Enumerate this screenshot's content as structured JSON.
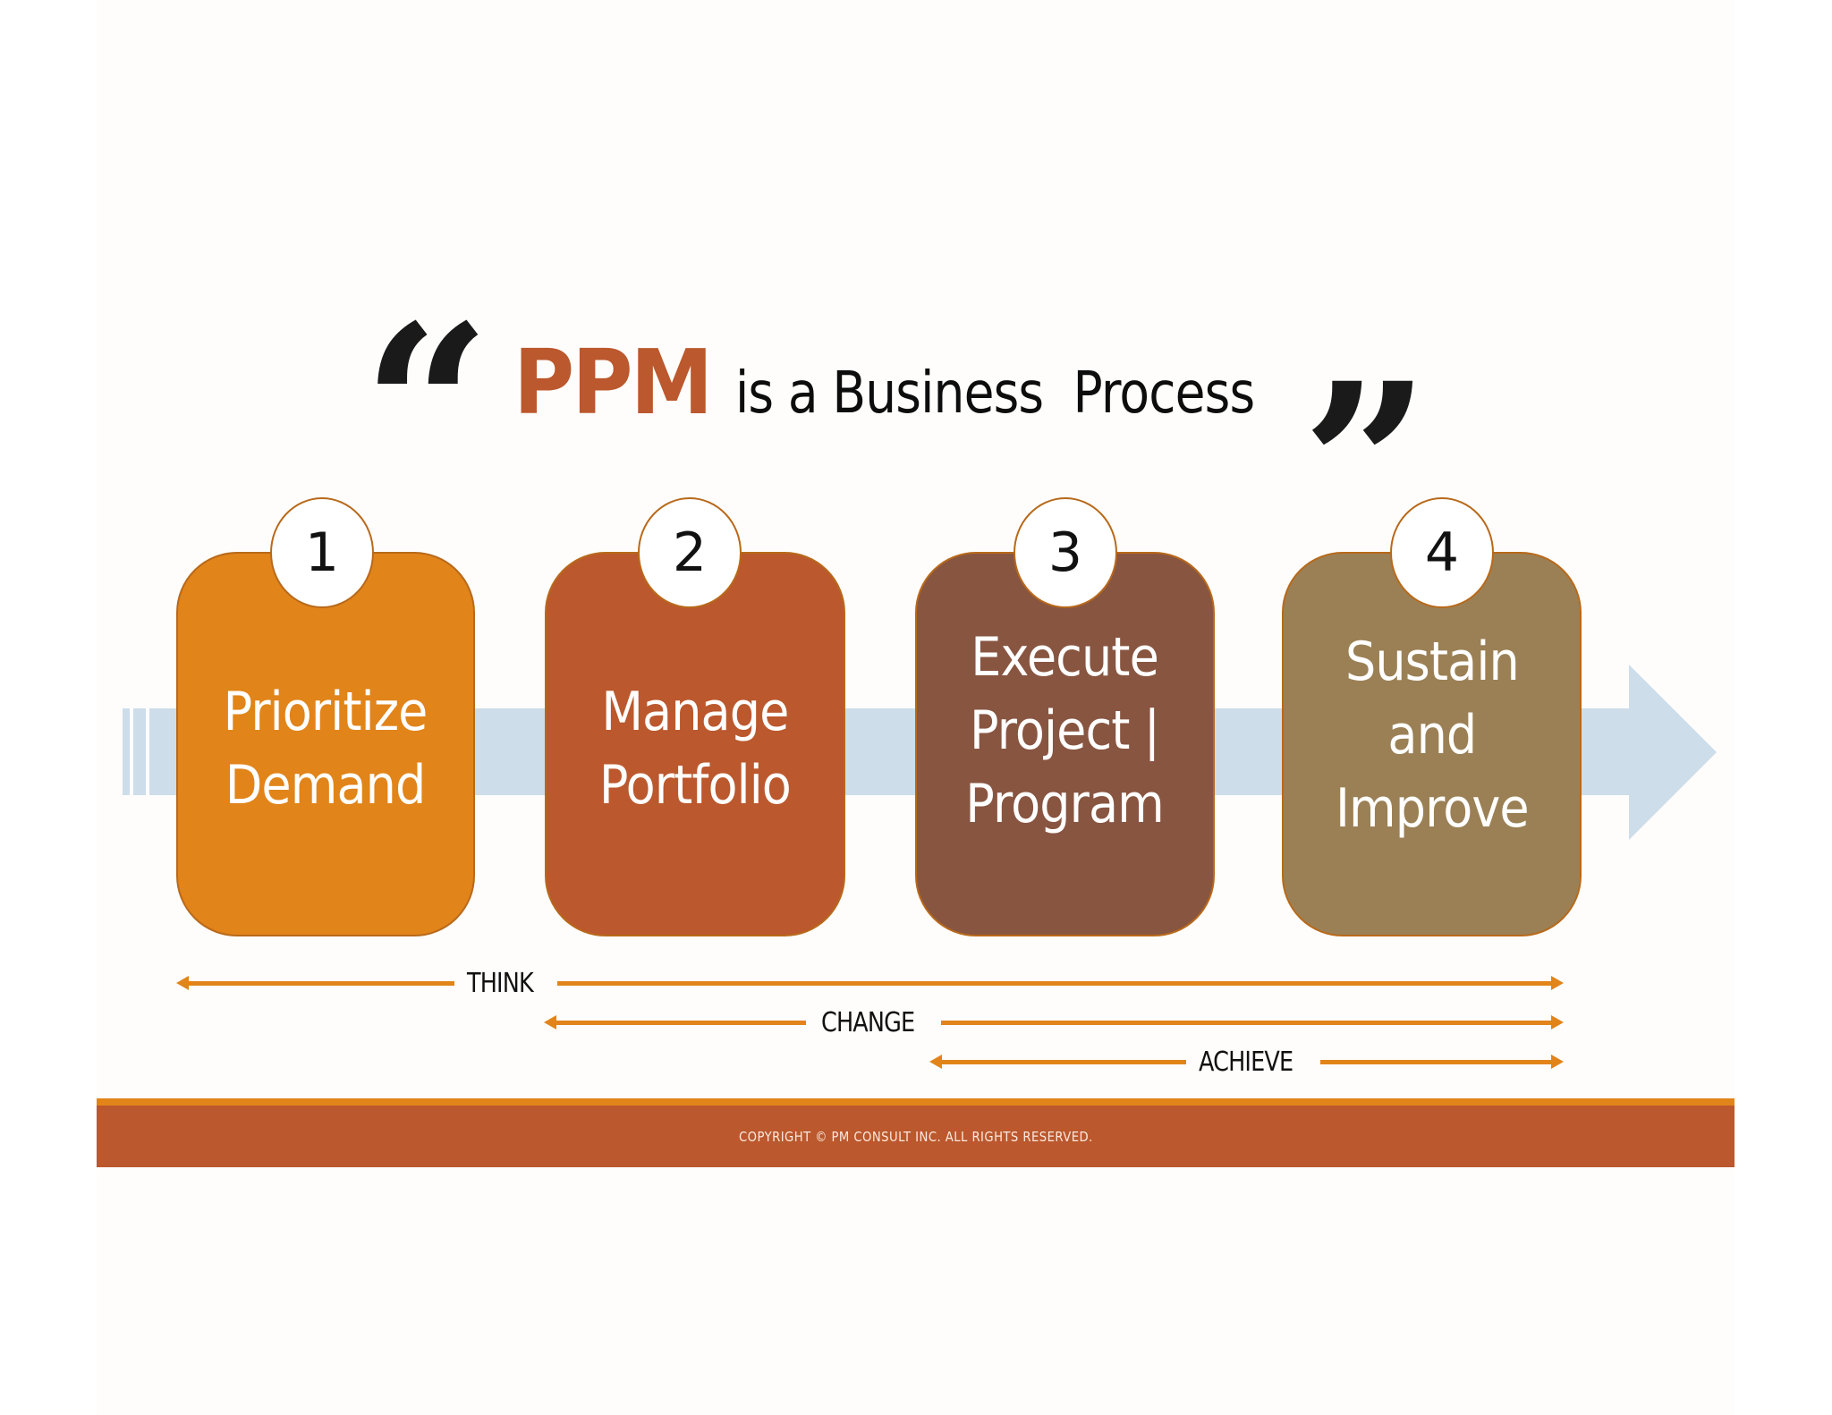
{
  "title": {
    "open_quote": "“",
    "highlight": "PPM",
    "rest": "is a Business  Process",
    "close_quote": "”",
    "highlight_color": "#bb582d"
  },
  "steps": [
    {
      "number": "1",
      "lines": [
        "Prioritize",
        "Demand"
      ],
      "color": "#e1841a"
    },
    {
      "number": "2",
      "lines": [
        "Manage",
        "Portfolio"
      ],
      "color": "#bb582d"
    },
    {
      "number": "3",
      "lines": [
        "Execute",
        "Project |",
        "Program"
      ],
      "color": "#885541"
    },
    {
      "number": "4",
      "lines": [
        "Sustain",
        "and",
        "Improve"
      ],
      "color": "#9b8055"
    }
  ],
  "timeline": [
    {
      "label": "THINK",
      "spans_steps": [
        1,
        4
      ]
    },
    {
      "label": "CHANGE",
      "spans_steps": [
        2,
        4
      ]
    },
    {
      "label": "ACHIEVE",
      "spans_steps": [
        3,
        4
      ]
    }
  ],
  "footer": {
    "text": "COPYRIGHT © PM CONSULT INC. ALL RIGHTS RESERVED."
  },
  "colors": {
    "band": "#cddde9",
    "arrow": "#e1841a",
    "footer": "#bb582d",
    "footer_stripe": "#e1841a"
  }
}
